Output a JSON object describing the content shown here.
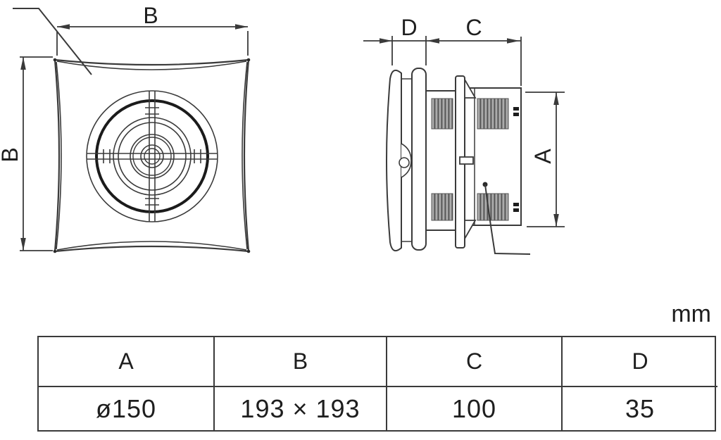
{
  "unit_label": "mm",
  "labels": {
    "front_width": "B",
    "front_height": "B",
    "side_depth": "D",
    "side_duct": "C",
    "side_diameter": "A"
  },
  "table": {
    "headers": [
      "A",
      "B",
      "C",
      "D"
    ],
    "values": [
      "ø150",
      "193 × 193",
      "100",
      "35"
    ]
  },
  "colors": {
    "line": "#3a3a3a",
    "text": "#1e1e1e",
    "hatch_fill": "#ababab",
    "hatch_stripe": "#555555"
  }
}
